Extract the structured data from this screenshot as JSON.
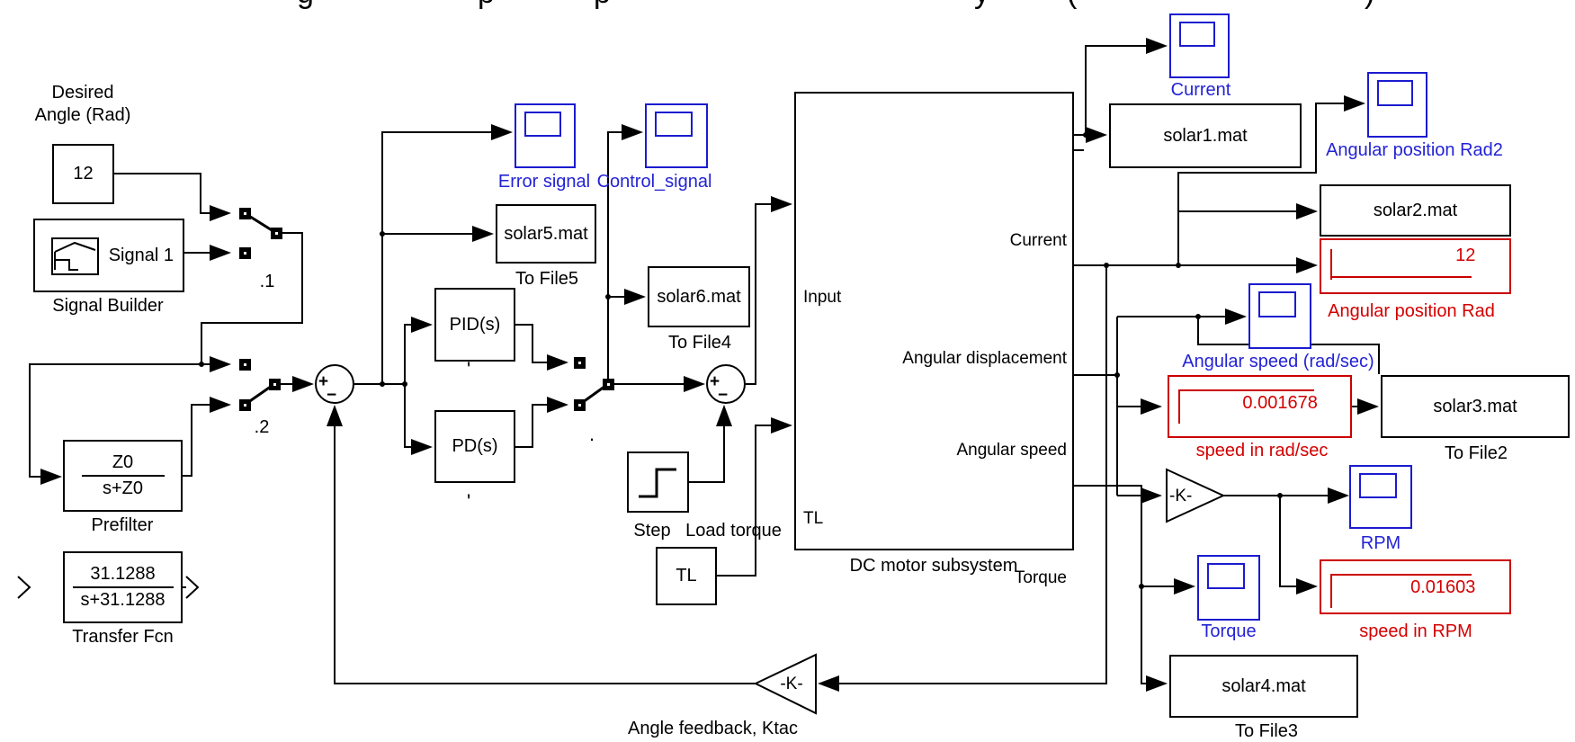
{
  "header": {
    "fragments": [
      "g",
      "p",
      "p",
      "y",
      "(",
      ")"
    ]
  },
  "colors": {
    "blue": "#1b1bd0",
    "red": "#cc0000",
    "black": "#000000"
  },
  "left": {
    "desired_line1": "Desired",
    "desired_line2": "Angle (Rad)",
    "const_value": "12",
    "signal_builder": {
      "signal": "Signal 1",
      "label": "Signal Builder"
    },
    "switch_top_label": ".1",
    "switch_bottom_label": ".2",
    "prefilter": {
      "num": "Z0",
      "den": "s+Z0",
      "label": "Prefilter"
    },
    "transfer_fcn": {
      "num": "31.1288",
      "den": "s+31.1288",
      "label": "Transfer Fcn"
    }
  },
  "controllers": {
    "pid": "PID(s)",
    "pd": "PD(s)",
    "tick": "'",
    "dot": "."
  },
  "sums": {
    "plus": "+",
    "minus": "−"
  },
  "scopes": {
    "error": "Error signal",
    "control": "Control_signal",
    "current": "Current",
    "rad2": "Angular position Rad2",
    "speed": "Angular speed (rad/sec)",
    "rpm": "RPM",
    "torque": "Torque"
  },
  "files": {
    "f5": {
      "file": "solar5.mat",
      "label": "To File5"
    },
    "f4": {
      "file": "solar6.mat",
      "label": "To File4"
    },
    "f1": {
      "file": "solar1.mat"
    },
    "fs2": {
      "file": "solar2.mat"
    },
    "f2": {
      "file": "solar3.mat",
      "label": "To File2"
    },
    "f3": {
      "file": "solar4.mat",
      "label": "To File3"
    }
  },
  "displays": {
    "position": {
      "value": "12",
      "label": "Angular position Rad"
    },
    "radsec": {
      "value": "0.001678",
      "label": "speed in rad/sec"
    },
    "rpm": {
      "value": "0.01603",
      "label": "speed in RPM"
    }
  },
  "torque_path": {
    "step_label": "Step",
    "load_torque_label": "Load torque",
    "tl_const": "TL"
  },
  "subsystem": {
    "label": "DC motor subsystem",
    "ports": {
      "input": "Input",
      "tl": "TL",
      "current": "Current",
      "displacement": "Angular displacement",
      "speed": "Angular speed",
      "torque": "Torque"
    }
  },
  "gains": {
    "rpm": {
      "text": "-K-"
    },
    "feedback": {
      "text": "-K-",
      "label": "Angle feedback, Ktac"
    }
  }
}
